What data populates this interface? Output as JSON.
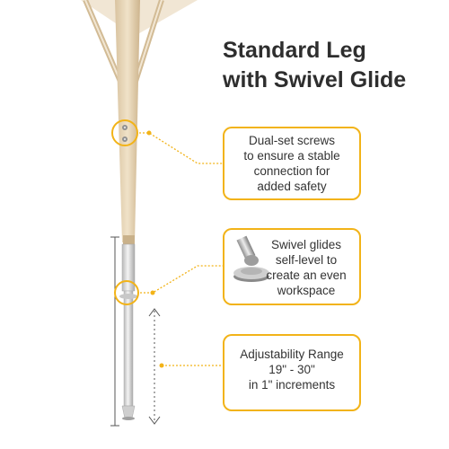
{
  "title": {
    "line1": "Standard Leg",
    "line2": "with Swivel Glide"
  },
  "callouts": [
    {
      "lines": [
        "Dual-set screws",
        "to ensure a stable",
        "connection for",
        "added safety"
      ]
    },
    {
      "lines": [
        "Swivel glides",
        "self-level to",
        "create an even",
        "workspace"
      ]
    },
    {
      "lines": [
        "Adjustability Range",
        "19\" - 30\"",
        "in 1\" increments"
      ]
    }
  ],
  "colors": {
    "accent": "#f2b318",
    "leg_wood": "#e8d6b8",
    "metal": "#d6d6d6",
    "text": "#2e2e2e"
  }
}
